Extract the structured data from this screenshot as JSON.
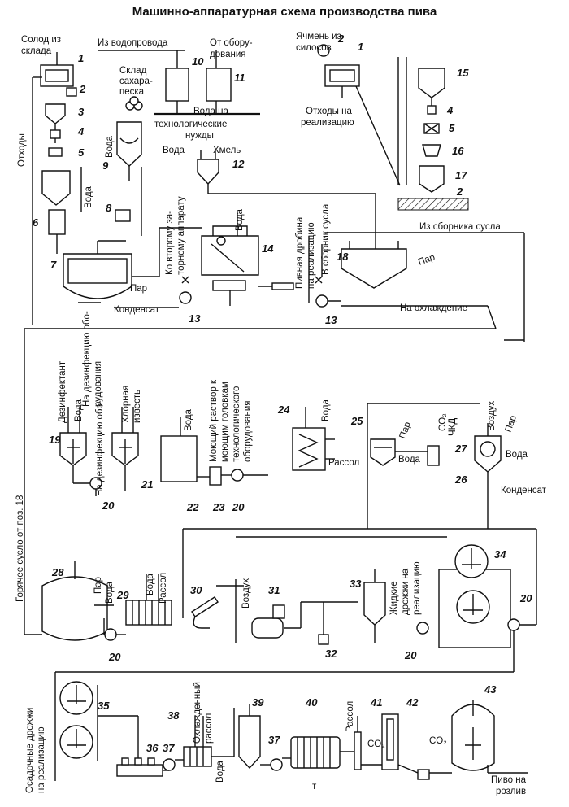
{
  "title": "Машинно-аппаратурная схема производства пива",
  "labels": {
    "solod": [
      "Солод из",
      "склада"
    ],
    "othody": "Отходы",
    "voda": "Вода",
    "iz_vodoprovoda": "Из водопровода",
    "ot_oborudovaniya": [
      "От обору-",
      "дования"
    ],
    "sklad_sahara": [
      "Склад",
      "сахара-",
      "песка"
    ],
    "voda_nuzhdy": [
      "Вода на",
      "технологические",
      "нужды"
    ],
    "yachmen": [
      "Ячмень из",
      "силосов"
    ],
    "othody_realiz": [
      "Отходы на",
      "реализацию"
    ],
    "hmel": "Хмель",
    "ko_vtoromu": [
      "Ко второму за-",
      "торному аппарату"
    ],
    "pivnaya_drobina": [
      "Пивная дробина",
      "на реализацию"
    ],
    "v_sbornik": "В сборник сусла",
    "iz_sbornika": "Из сборника сусла",
    "par": "Пар",
    "kondensat": "Конденсат",
    "na_ohlazhdenie": "На охлаждение",
    "dezinfektant": "Дезинфектант",
    "na_dezinfekciyu": [
      "На дезинфекцию обо-",
      "рудования"
    ],
    "hlornaya": [
      "Хлорная",
      "известь"
    ],
    "moyuschiy": [
      "Моющий раствор к",
      "моющим головкам",
      "технологического",
      "оборудования"
    ],
    "rassol": "Рассол",
    "co2": "CO₂",
    "chkd": "ЧКД",
    "vozduh": "Воздух",
    "goryachee": "Горячее сусло от поз. 18",
    "zhidkie": [
      "Жидкие",
      "дрожжи на",
      "реализацию"
    ],
    "osadochnye": [
      "Осадочные дрожжи",
      "на реализацию"
    ],
    "ohlazhdennyy": [
      "Охлажденный",
      "рассол"
    ],
    "pivo": [
      "Пиво на",
      "розлив"
    ],
    "t": "т"
  },
  "numbers": [
    "1",
    "2",
    "3",
    "4",
    "5",
    "6",
    "7",
    "8",
    "9",
    "10",
    "11",
    "12",
    "13",
    "14",
    "15",
    "16",
    "17",
    "18",
    "19",
    "20",
    "21",
    "22",
    "23",
    "24",
    "25",
    "26",
    "27",
    "28",
    "29",
    "30",
    "31",
    "32",
    "33",
    "34",
    "35",
    "36",
    "37",
    "38",
    "39",
    "40",
    "41",
    "42",
    "43"
  ]
}
